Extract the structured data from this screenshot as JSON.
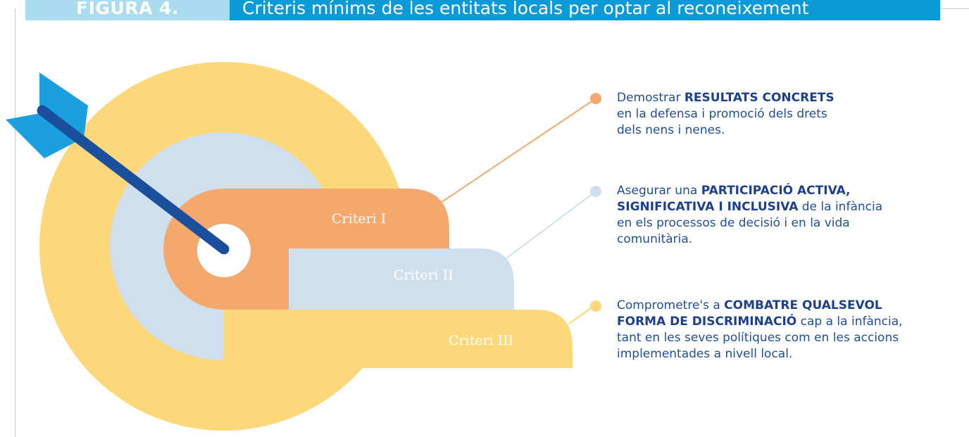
{
  "header": {
    "figure_label": "FIGURA 4.",
    "title": "Criteris mínims de les entitats locals per optar al reconeixement"
  },
  "colors": {
    "header_light": "#aadcef",
    "header_dark": "#0a9ad8",
    "ring_yellow": "#fdd87a",
    "ring_blue": "#cfdfee",
    "ring_orange": "#f4a86c",
    "arrow_shaft": "#1a4f9e",
    "arrow_fletching": "#1a9fe0",
    "text_blue": "#1f4e98"
  },
  "icons": {
    "target": "target-rings",
    "arrow": "arrow-icon"
  },
  "criteria": [
    {
      "label": "Criteri I",
      "color": "#f4a86c",
      "lines": [
        [
          {
            "t": "Demostrar "
          },
          {
            "t": "RESULTATS CONCRETS",
            "b": true
          }
        ],
        [
          {
            "t": "en la defensa i promoció dels drets"
          }
        ],
        [
          {
            "t": "dels nens i nenes."
          }
        ]
      ]
    },
    {
      "label": "Criteri II",
      "color": "#cfdfee",
      "lines": [
        [
          {
            "t": "Asegurar una "
          },
          {
            "t": "PARTICIPACIÓ ACTIVA,",
            "b": true
          }
        ],
        [
          {
            "t": "SIGNIFICATIVA I INCLUSIVA",
            "b": true
          },
          {
            "t": " de la infància"
          }
        ],
        [
          {
            "t": "en els processos de decisió i en la vida"
          }
        ],
        [
          {
            "t": "comunitària."
          }
        ]
      ]
    },
    {
      "label": "Criteri III",
      "color": "#fdd87a",
      "lines": [
        [
          {
            "t": "Comprometre's a "
          },
          {
            "t": "COMBATRE QUALSEVOL",
            "b": true
          }
        ],
        [
          {
            "t": "FORMA DE DISCRIMINACIÓ",
            "b": true
          },
          {
            "t": " cap a la infància,"
          }
        ],
        [
          {
            "t": "tant en les seves polítiques com en les accions"
          }
        ],
        [
          {
            "t": "implementades a nivell local."
          }
        ]
      ]
    }
  ]
}
